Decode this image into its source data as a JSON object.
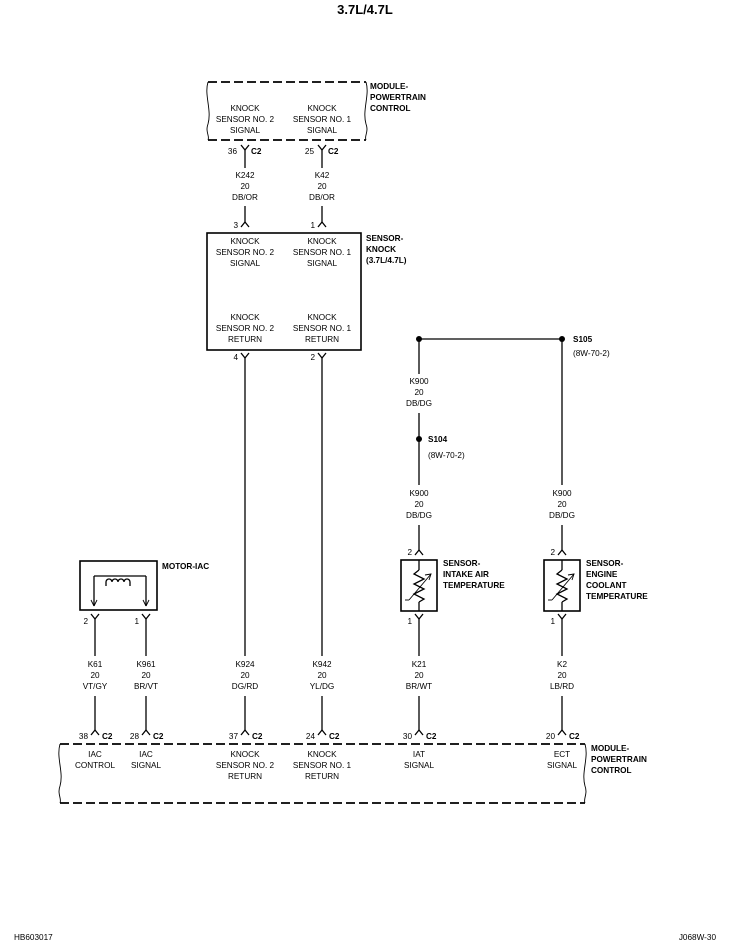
{
  "title": "3.7L/4.7L",
  "footer_left": "HB603017",
  "footer_right": "J068W-30",
  "pcm_top": {
    "label": [
      "MODULE-",
      "POWERTRAIN",
      "CONTROL"
    ],
    "pins": [
      {
        "name": [
          "KNOCK",
          "SENSOR NO. 2",
          "SIGNAL"
        ],
        "cavity": "36",
        "connector": "C2"
      },
      {
        "name": [
          "KNOCK",
          "SENSOR NO. 1",
          "SIGNAL"
        ],
        "cavity": "25",
        "connector": "C2"
      }
    ]
  },
  "knock_wires_top": [
    {
      "circuit": "K242",
      "gauge": "20",
      "color": "DB/OR",
      "pin": "3"
    },
    {
      "circuit": "K42",
      "gauge": "20",
      "color": "DB/OR",
      "pin": "1"
    }
  ],
  "knock_sensor": {
    "label": [
      "SENSOR-",
      "KNOCK",
      "(3.7L/4.7L)"
    ],
    "top_pins": [
      [
        "KNOCK",
        "SENSOR NO. 2",
        "SIGNAL"
      ],
      [
        "KNOCK",
        "SENSOR NO. 1",
        "SIGNAL"
      ]
    ],
    "bottom_pins": [
      [
        "KNOCK",
        "SENSOR NO. 2",
        "RETURN"
      ],
      [
        "KNOCK",
        "SENSOR NO. 1",
        "RETURN"
      ]
    ],
    "return_pin_numbers": [
      "4",
      "2"
    ]
  },
  "splices": {
    "s105": {
      "name": "S105",
      "ref": "(8W-70-2)"
    },
    "s104": {
      "name": "S104",
      "ref": "(8W-70-2)"
    },
    "k900_upper": {
      "circuit": "K900",
      "gauge": "20",
      "color": "DB/DG"
    },
    "k900_iat": {
      "circuit": "K900",
      "gauge": "20",
      "color": "DB/DG"
    },
    "k900_ect": {
      "circuit": "K900",
      "gauge": "20",
      "color": "DB/DG"
    }
  },
  "motor_iac": {
    "label": "MOTOR-IAC",
    "pins": [
      "2",
      "1"
    ]
  },
  "iat_sensor": {
    "label": [
      "SENSOR-",
      "INTAKE AIR",
      "TEMPERATURE"
    ],
    "pin_top": "2",
    "pin_bottom": "1"
  },
  "ect_sensor": {
    "label": [
      "SENSOR-",
      "ENGINE",
      "COOLANT",
      "TEMPERATURE"
    ],
    "pin_top": "2",
    "pin_bottom": "1"
  },
  "bottom_wires": [
    {
      "circuit": "K61",
      "gauge": "20",
      "color": "VT/GY"
    },
    {
      "circuit": "K961",
      "gauge": "20",
      "color": "BR/VT"
    },
    {
      "circuit": "K924",
      "gauge": "20",
      "color": "DG/RD"
    },
    {
      "circuit": "K942",
      "gauge": "20",
      "color": "YL/DG"
    },
    {
      "circuit": "K21",
      "gauge": "20",
      "color": "BR/WT"
    },
    {
      "circuit": "K2",
      "gauge": "20",
      "color": "LB/RD"
    }
  ],
  "pcm_bottom": {
    "label": [
      "MODULE-",
      "POWERTRAIN",
      "CONTROL"
    ],
    "pins": [
      {
        "cavity": "38",
        "connector": "C2",
        "name": [
          "IAC",
          "CONTROL"
        ]
      },
      {
        "cavity": "28",
        "connector": "C2",
        "name": [
          "IAC",
          "SIGNAL"
        ]
      },
      {
        "cavity": "37",
        "connector": "C2",
        "name": [
          "KNOCK",
          "SENSOR NO. 2",
          "RETURN"
        ]
      },
      {
        "cavity": "24",
        "connector": "C2",
        "name": [
          "KNOCK",
          "SENSOR NO. 1",
          "RETURN"
        ]
      },
      {
        "cavity": "30",
        "connector": "C2",
        "name": [
          "IAT",
          "SIGNAL"
        ]
      },
      {
        "cavity": "20",
        "connector": "C2",
        "name": [
          "ECT",
          "SIGNAL"
        ]
      }
    ]
  }
}
